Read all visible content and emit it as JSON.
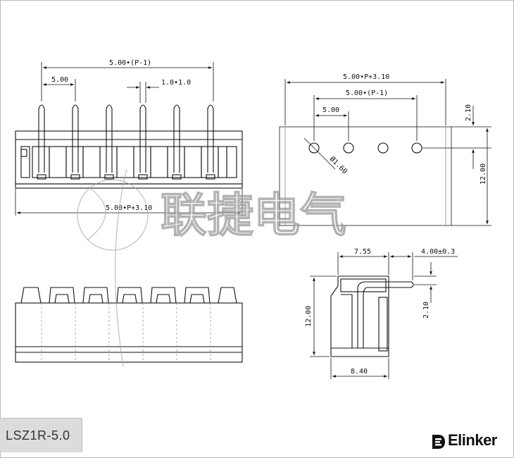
{
  "part_number": "LSZ1R-5.0",
  "brand": {
    "name": "Elinker",
    "logo_icon": "elinker-logo-icon"
  },
  "watermark": "联捷电气",
  "front_view": {
    "dim_overall_top": "5.00•(P-1)",
    "dim_pitch": "5.00",
    "dim_pin": "1.0•1.0",
    "dim_overall_bottom": "5.00•P+3.10"
  },
  "hole_view": {
    "dim_overall": "5.00•P+3.10",
    "dim_holes_span": "5.00•(P-1)",
    "dim_pitch": "5.00",
    "dim_hole_diameter": "Ø1.60",
    "dim_offset": "2.10",
    "dim_height": "12.00"
  },
  "side_view": {
    "dim_depth": "7.55",
    "dim_pin_extension": "4.00±0.3",
    "dim_height": "12.00",
    "dim_pin_offset": "2.10",
    "dim_base": "8.40"
  }
}
